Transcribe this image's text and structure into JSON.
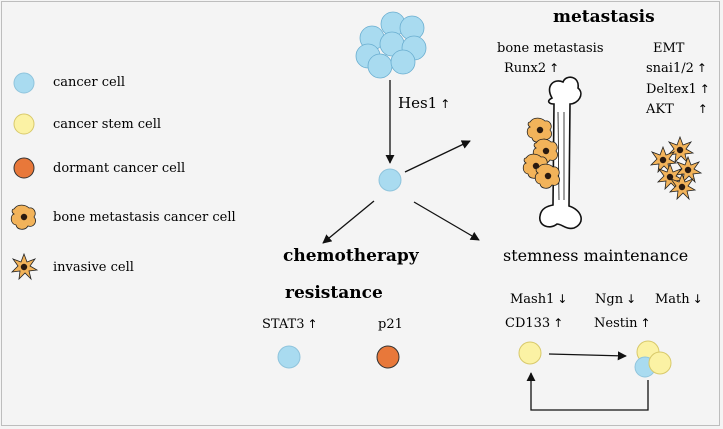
{
  "legend": {
    "cancer_cell": "cancer cell",
    "cancer_stem_cell": "cancer stem cell",
    "dormant_cancer_cell": "dormant cancer cell",
    "bone_metastasis_cancer_cell": "bone metastasis cancer cell",
    "invasive_cell": "invasive cell"
  },
  "hes1": {
    "label": "Hes1",
    "arrow": "↑"
  },
  "metastasis": {
    "title": "metastasis",
    "bone_metastasis": "bone metastasis",
    "runx2": {
      "label": "Runx2",
      "arrow": "↑"
    },
    "emt": "EMT",
    "snai": {
      "label": "snai1/2",
      "arrow": "↑"
    },
    "deltex": {
      "label": "Deltex1",
      "arrow": "↑"
    },
    "akt": {
      "label": "AKT",
      "arrow": "↑"
    }
  },
  "chemo": {
    "title_line1": "chemotherapy",
    "title_line2": "resistance",
    "stat3": {
      "label": "STAT3",
      "arrow": "↑"
    },
    "p21": "p21"
  },
  "stemness": {
    "title": "stemness maintenance",
    "mash1": {
      "label": "Mash1",
      "arrow": "↓"
    },
    "ngn": {
      "label": "Ngn",
      "arrow": "↓"
    },
    "math": {
      "label": "Math",
      "arrow": "↓"
    },
    "cd133": {
      "label": "CD133",
      "arrow": "↑"
    },
    "nestin": {
      "label": "Nestin",
      "arrow": "↑"
    }
  },
  "colors": {
    "cancer_cell": "#a9dbf0",
    "cancer_stem_cell": "#fbf2a4",
    "dormant_cancer_cell": "#e8783a",
    "bone_met_cell": "#f2b35a",
    "nucleus": "#2a1a10",
    "background": "#f4f4f4"
  }
}
